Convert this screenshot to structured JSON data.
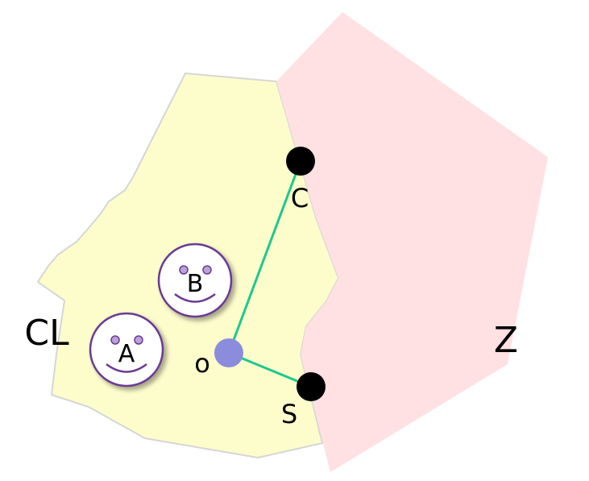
{
  "regions": {
    "cl": {
      "label": "CL",
      "fill": "#fdfdcc",
      "stroke": "#d6d6d6"
    },
    "z": {
      "label": "Z",
      "fill": "#ffe0e3"
    }
  },
  "points": {
    "c": {
      "label": "C",
      "color": "#000000"
    },
    "s": {
      "label": "S",
      "color": "#000000"
    },
    "o": {
      "label": "o",
      "color": "#8b8cdc"
    }
  },
  "connector_color": "#1ec88e",
  "faces": {
    "a": {
      "label": "A",
      "ring_color": "#6a3a93",
      "eye_color": "#b9a3d8"
    },
    "b": {
      "label": "B",
      "ring_color": "#6a3a93",
      "eye_color": "#b9a3d8"
    }
  }
}
